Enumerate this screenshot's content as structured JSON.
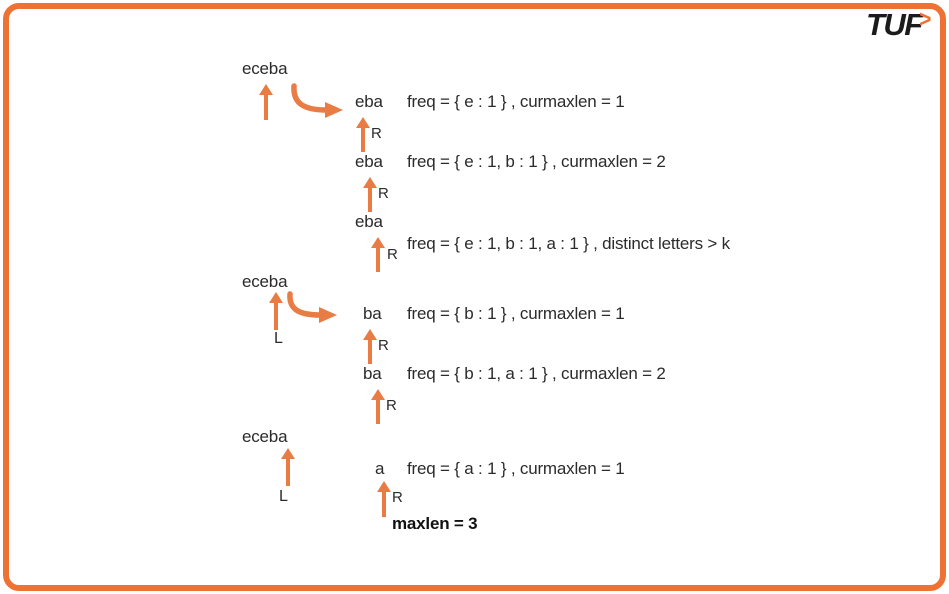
{
  "colors": {
    "accent": "#e87c44",
    "border": "#ed7233",
    "text": "#2b2b2b",
    "logo": "#1b1b1b"
  },
  "logo": {
    "text": "TUF",
    "chevron": ">"
  },
  "pointers": {
    "left": "L",
    "right": "R"
  },
  "input_string": "eceba",
  "groups": [
    {
      "source": "eceba",
      "steps": [
        {
          "window": "eba",
          "note": "freq = { e : 1 } , curmaxlen = 1"
        },
        {
          "window": "eba",
          "note": "freq = { e : 1, b : 1 } , curmaxlen = 2"
        },
        {
          "window": "eba",
          "note": "freq = { e : 1, b : 1, a : 1 } , distinct letters > k"
        }
      ]
    },
    {
      "source": "eceba",
      "left_label": "L",
      "steps": [
        {
          "window": "ba",
          "note": "freq = { b : 1 } , curmaxlen = 1"
        },
        {
          "window": "ba",
          "note": "freq = { b : 1, a : 1 } , curmaxlen = 2"
        }
      ]
    },
    {
      "source": "eceba",
      "left_label": "L",
      "steps": [
        {
          "window": "a",
          "note": "freq = { a : 1 } , curmaxlen = 1"
        }
      ]
    }
  ],
  "result": "maxlen = 3"
}
